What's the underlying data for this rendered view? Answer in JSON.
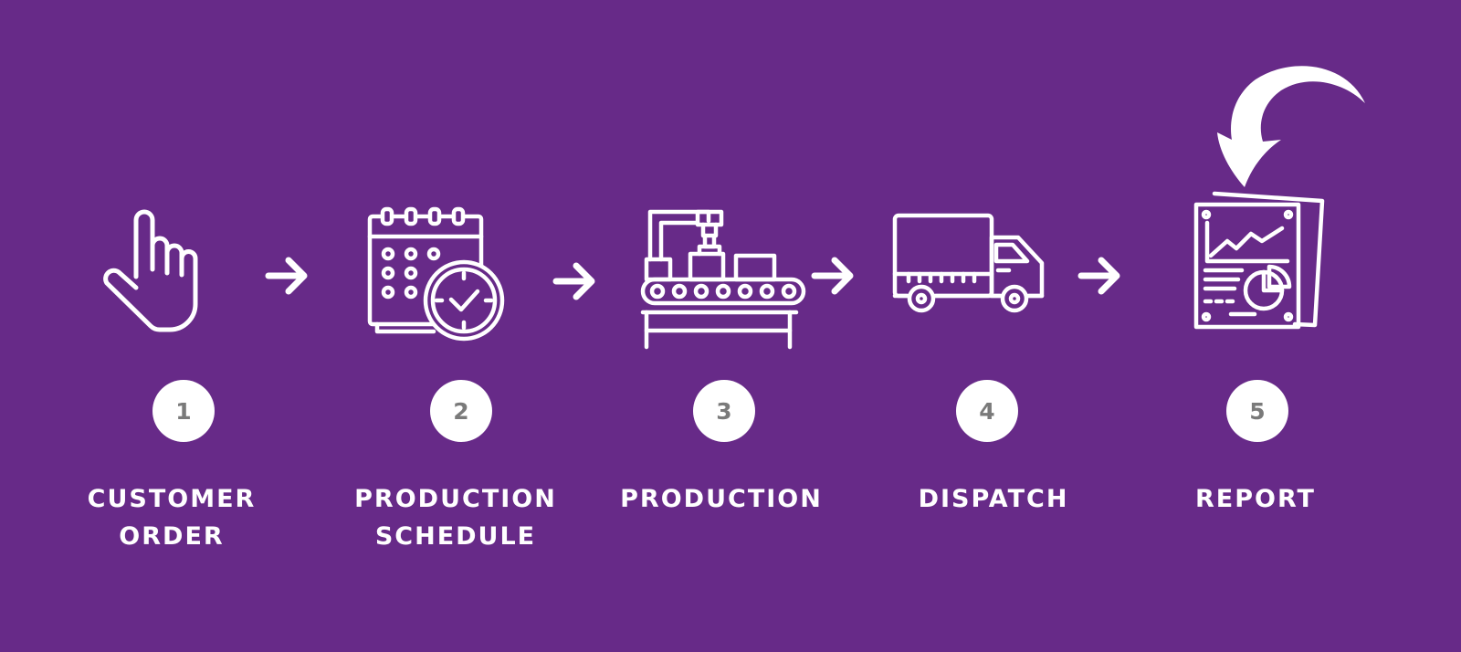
{
  "colors": {
    "background": "#672a88",
    "foreground": "#ffffff",
    "badge_text": "#7a7a7a"
  },
  "steps": [
    {
      "number": "1",
      "label_lines": [
        "CUSTOMER",
        "ORDER"
      ],
      "icon": "pointing-hand-icon"
    },
    {
      "number": "2",
      "label_lines": [
        "PRODUCTION",
        "SCHEDULE"
      ],
      "icon": "calendar-clock-icon"
    },
    {
      "number": "3",
      "label_lines": [
        "PRODUCTION"
      ],
      "icon": "conveyor-belt-icon"
    },
    {
      "number": "4",
      "label_lines": [
        "DISPATCH"
      ],
      "icon": "delivery-truck-icon"
    },
    {
      "number": "5",
      "label_lines": [
        "REPORT"
      ],
      "icon": "report-document-icon"
    }
  ],
  "connectors": [
    "right-arrow-icon",
    "right-arrow-icon",
    "right-arrow-icon",
    "right-arrow-icon"
  ],
  "feedback_arrow": "curved-arrow-icon"
}
